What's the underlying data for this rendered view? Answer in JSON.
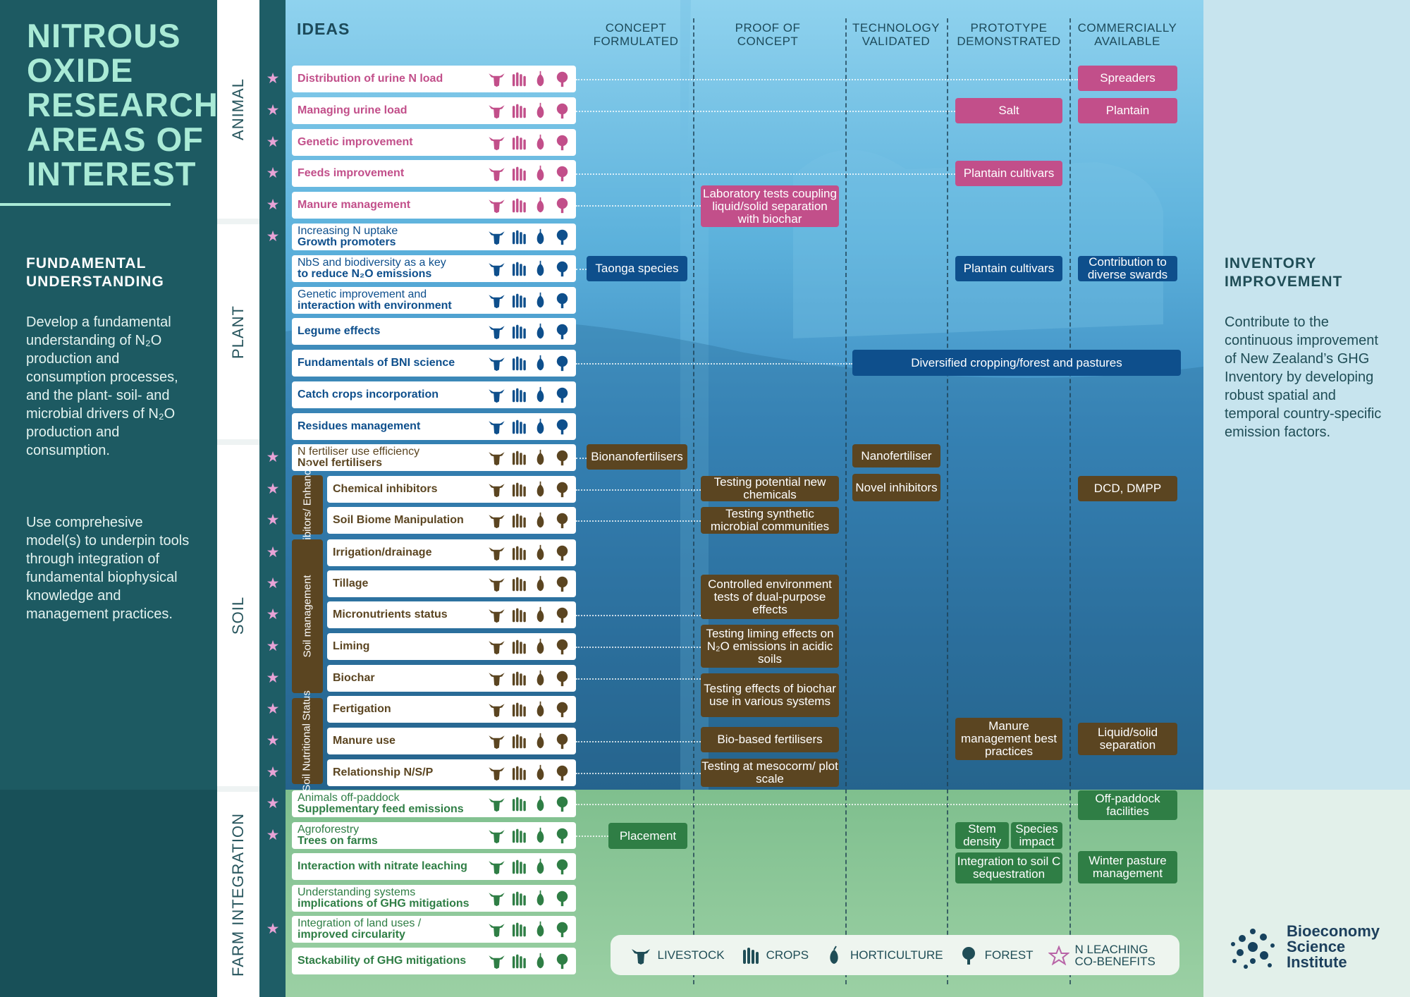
{
  "title": "NITROUS OXIDE RESEARCH AREAS OF INTEREST",
  "fundamental": {
    "heading": "FUNDAMENTAL UNDERSTANDING",
    "body1": "Develop a fundamental understanding of N₂O production and consumption processes, and the plant- soil- and microbial drivers of N₂O production and consumption.",
    "body2": "Use comprehesive model(s) to underpin tools through integration of fundamental biophysical knowledge and management practices."
  },
  "inventory": {
    "heading": "INVENTORY IMPROVEMENT",
    "body": "Contribute to the continuous improvement of New Zealand’s GHG Inventory by developing robust spatial and temporal country-specific emission factors."
  },
  "ideas_label": "IDEAS",
  "stages": [
    "CONCEPT FORMULATED",
    "PROOF OF CONCEPT",
    "TECHNOLOGY VALIDATED",
    "PROTOTYPE DEMONSTRATED",
    "COMMERCIALLY AVAILABLE"
  ],
  "categories": [
    "ANIMAL",
    "PLANT",
    "SOIL",
    "FARM INTEGRATION"
  ],
  "subgroups": [
    "Inhibitors/ Enhancers",
    "Soil management",
    "Soil Nutritional Status"
  ],
  "colors": {
    "animal": "#c24f8a",
    "plant": "#0e4f8c",
    "soil": "#5b4521",
    "farm": "#2f7e45"
  },
  "ideas": [
    {
      "line1": "",
      "line2": "Distribution of urine N load"
    },
    {
      "line1": "",
      "line2": "Managing urine load"
    },
    {
      "line1": "",
      "line2": "Genetic improvement"
    },
    {
      "line1": "",
      "line2": "Feeds improvement"
    },
    {
      "line1": "",
      "line2": "Manure management"
    },
    {
      "line1": "Increasing N uptake",
      "line2": "Growth promoters"
    },
    {
      "line1": "NbS and biodiversity as a key",
      "line2": "to reduce N₂O emissions"
    },
    {
      "line1": "Genetic improvement and",
      "line2": "interaction with environment"
    },
    {
      "line1": "",
      "line2": "Legume effects"
    },
    {
      "line1": "",
      "line2": "Fundamentals of BNI science"
    },
    {
      "line1": "",
      "line2": "Catch crops incorporation"
    },
    {
      "line1": "",
      "line2": "Residues management"
    },
    {
      "line1": "N fertiliser use efficiency",
      "line2": "Novel fertilisers"
    },
    {
      "line1": "",
      "line2": "Chemical inhibitors"
    },
    {
      "line1": "",
      "line2": "Soil Biome Manipulation"
    },
    {
      "line1": "",
      "line2": "Irrigation/drainage"
    },
    {
      "line1": "",
      "line2": "Tillage"
    },
    {
      "line1": "",
      "line2": "Micronutrients status"
    },
    {
      "line1": "",
      "line2": "Liming"
    },
    {
      "line1": "",
      "line2": "Biochar"
    },
    {
      "line1": "",
      "line2": "Fertigation"
    },
    {
      "line1": "",
      "line2": "Manure use"
    },
    {
      "line1": "",
      "line2": "Relationship N/S/P"
    },
    {
      "line1": "Animals off-paddock",
      "line2": "Supplementary feed emissions"
    },
    {
      "line1": "Agroforestry",
      "line2": "Trees on farms"
    },
    {
      "line1": "",
      "line2": "Interaction with nitrate leaching"
    },
    {
      "line1": "Understanding systems",
      "line2": "implications of GHG mitigations"
    },
    {
      "line1": "Integration of land uses /",
      "line2": "improved circularity"
    },
    {
      "line1": "",
      "line2": "Stackability of GHG mitigations"
    }
  ],
  "outcomes": [
    "Spreaders",
    "Salt",
    "Plantain",
    "Plantain cultivars",
    "Laboratory tests coupling liquid/solid separation with biochar",
    "Taonga species",
    "Plantain cultivars",
    "Contribution to diverse swards",
    "Diversified cropping/forest and pastures",
    "Bionanofertilisers",
    "Nanofertiliser",
    "Testing potential new chemicals",
    "Novel inhibitors",
    "DCD, DMPP",
    "Testing synthetic microbial communities",
    "Controlled environment tests of dual-purpose effects",
    "Testing liming effects on N₂O emissions in acidic soils",
    "Testing effects of biochar use in various systems",
    "Bio-based fertilisers",
    "Manure management best practices",
    "Liquid/solid separation",
    "Testing at mesocorm/ plot scale",
    "Off-paddock facilities",
    "Placement",
    "Stem density",
    "Species impact",
    "Integration to soil C sequestration",
    "Winter pasture management"
  ],
  "legend": [
    "LIVESTOCK",
    "CROPS",
    "HORTICULTURE",
    "FOREST",
    "N LEACHING CO-BENEFITS"
  ],
  "logo": {
    "line1": "Bioeconomy",
    "line2": "Science",
    "line3": "Institute"
  }
}
